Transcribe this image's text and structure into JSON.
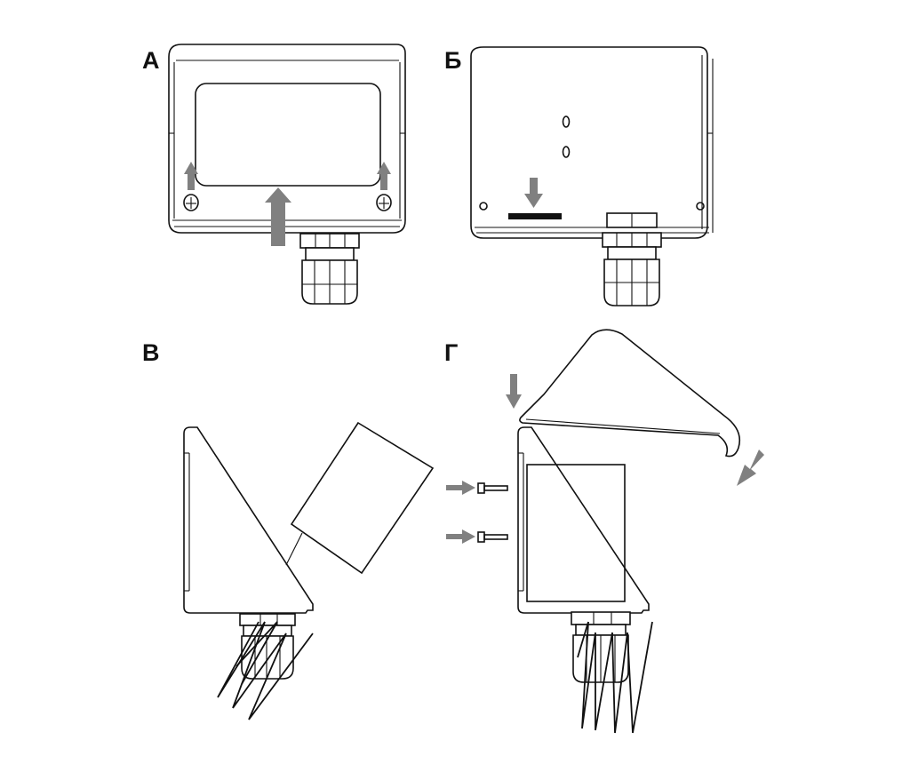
{
  "panels": {
    "a": {
      "label": "А"
    },
    "b": {
      "label": "Б"
    },
    "v": {
      "label": "В"
    },
    "g": {
      "label": "Г"
    }
  },
  "colors": {
    "line": "#111111",
    "arrow": "#808080",
    "background": "#ffffff"
  },
  "icons": [
    "up-arrow-icon",
    "down-arrow-icon",
    "right-arrow-icon",
    "diagonal-arrow-icon",
    "screw-icon"
  ]
}
